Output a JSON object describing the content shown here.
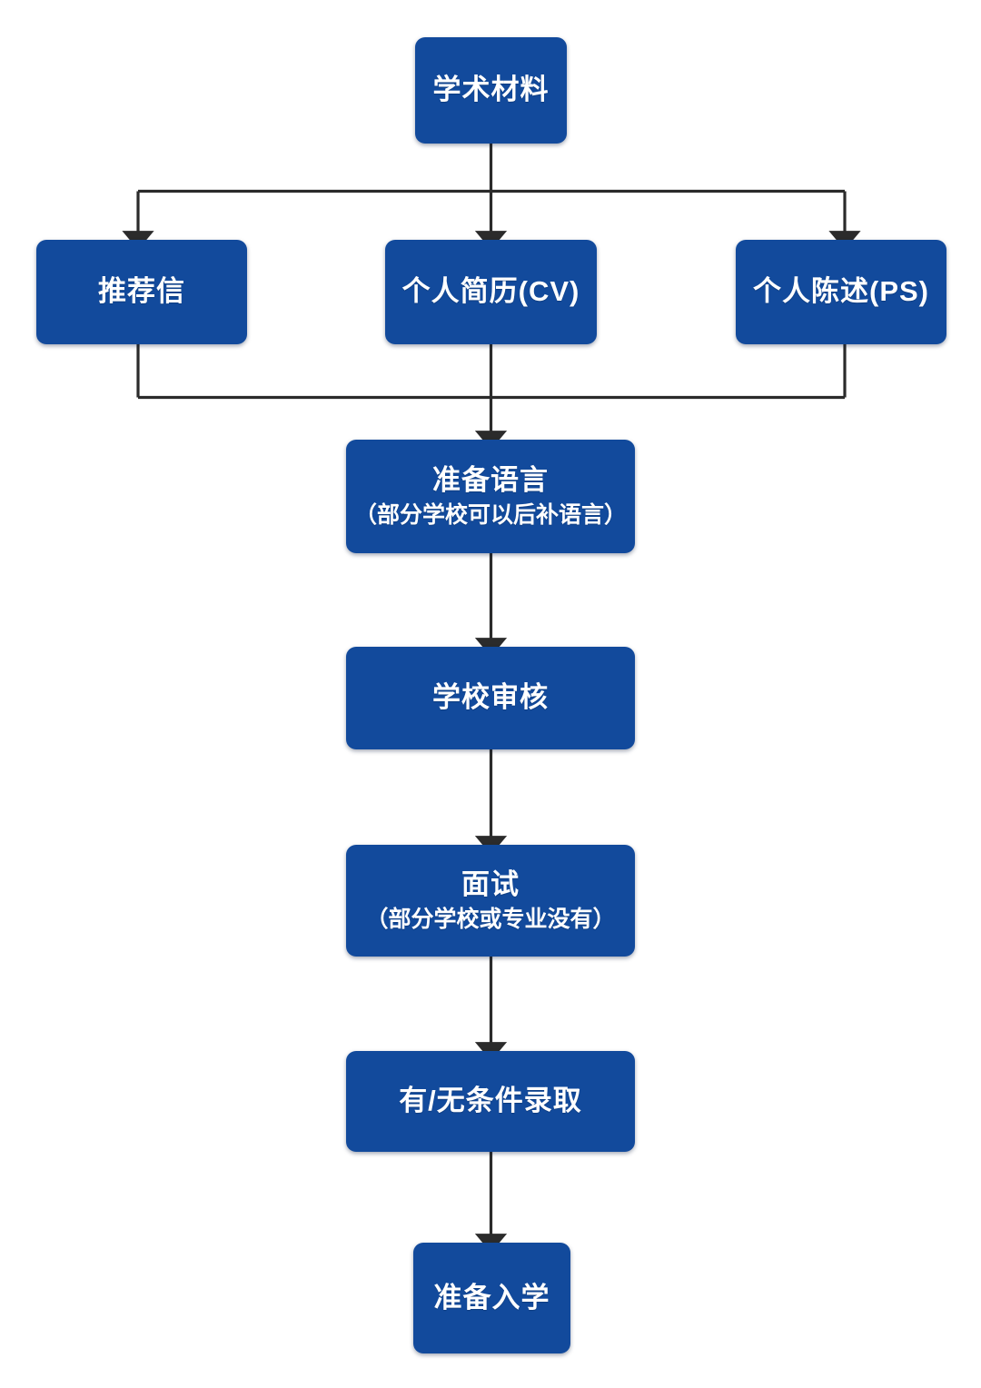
{
  "diagram": {
    "type": "flowchart",
    "orientation": "top-to-bottom",
    "accent_color": "#124A9C",
    "edge_color": "#2b2b2b",
    "text_color": "#ffffff",
    "nodes": [
      {
        "id": "academic-materials",
        "title": "学术材料",
        "subtitle": ""
      },
      {
        "id": "recommendation",
        "title": "推荐信",
        "subtitle": ""
      },
      {
        "id": "cv",
        "title": "个人简历(CV)",
        "subtitle": ""
      },
      {
        "id": "ps",
        "title": "个人陈述(PS)",
        "subtitle": ""
      },
      {
        "id": "language",
        "title": "准备语言",
        "subtitle": "（部分学校可以后补语言）"
      },
      {
        "id": "school-review",
        "title": "学校审核",
        "subtitle": ""
      },
      {
        "id": "interview",
        "title": "面试",
        "subtitle": "（部分学校或专业没有）"
      },
      {
        "id": "offer",
        "title": "有/无条件录取",
        "subtitle": ""
      },
      {
        "id": "enrollment",
        "title": "准备入学",
        "subtitle": ""
      }
    ],
    "edges": [
      {
        "from": "academic-materials",
        "to": "recommendation"
      },
      {
        "from": "academic-materials",
        "to": "cv"
      },
      {
        "from": "academic-materials",
        "to": "ps"
      },
      {
        "from": "recommendation",
        "to": "language"
      },
      {
        "from": "cv",
        "to": "language"
      },
      {
        "from": "ps",
        "to": "language"
      },
      {
        "from": "language",
        "to": "school-review"
      },
      {
        "from": "school-review",
        "to": "interview"
      },
      {
        "from": "interview",
        "to": "offer"
      },
      {
        "from": "offer",
        "to": "enrollment"
      }
    ]
  }
}
